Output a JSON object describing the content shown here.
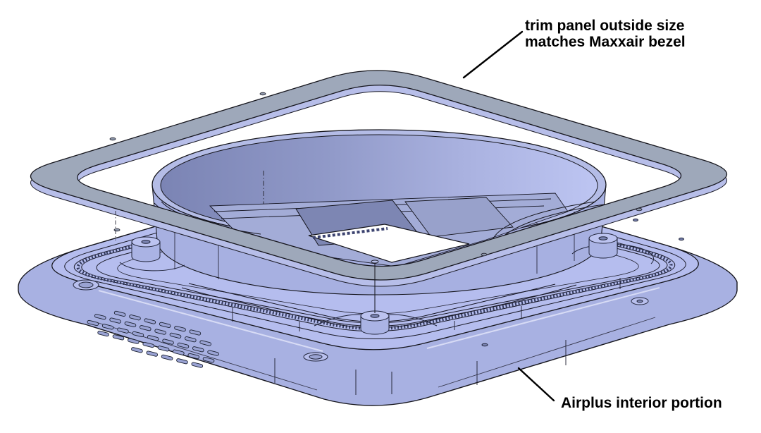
{
  "diagram": {
    "type": "cad-exploded-assembly",
    "background": "#ffffff",
    "annotations": {
      "trim_panel": {
        "line1": "trim panel outside size",
        "line2": "matches Maxxair bezel"
      },
      "interior": {
        "label": "Airplus interior portion"
      }
    },
    "parts": [
      {
        "id": "trim-panel",
        "description": "trim panel"
      },
      {
        "id": "airplus-interior",
        "description": "Airplus interior portion"
      }
    ],
    "colors": {
      "trim_top": "#9ea8ba",
      "trim_edge": "#b7bee9",
      "body_top": "#b5bdee",
      "body_wall": "#a8b1e2",
      "duct_shadow": "#7b84b4",
      "duct_light": "#bdc5f2",
      "edge_line": "#15151c",
      "annotation": "#000000"
    }
  }
}
